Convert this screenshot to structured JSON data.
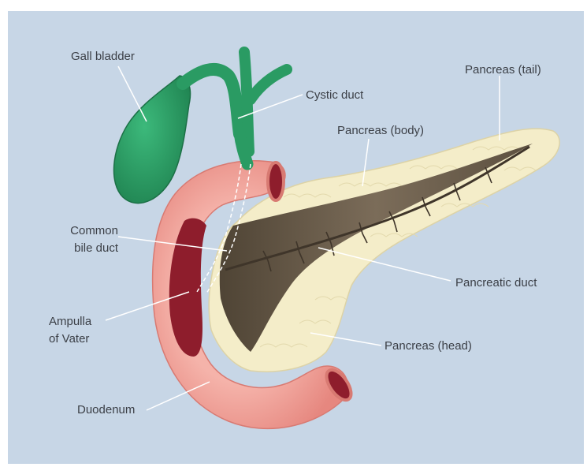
{
  "labels": {
    "gall_bladder": "Gall bladder",
    "cystic_duct": "Cystic duct",
    "pancreas_tail": "Pancreas (tail)",
    "pancreas_body": "Pancreas (body)",
    "common_bile_duct_1": "Common",
    "common_bile_duct_2": "bile duct",
    "pancreatic_duct": "Pancreatic duct",
    "ampulla_1": "Ampulla",
    "ampulla_2": "of Vater",
    "pancreas_head": "Pancreas (head)",
    "duodenum": "Duodenum"
  },
  "colors": {
    "background": "#c7d6e6",
    "gall_bladder": "#2a9b63",
    "duodenum": "#f0a59d",
    "duodenum_lumen": "#8e1d2c",
    "pancreas": "#f4edc9",
    "pancreatic_duct_interior": "#6e6150",
    "label_text": "#3b3f46"
  }
}
